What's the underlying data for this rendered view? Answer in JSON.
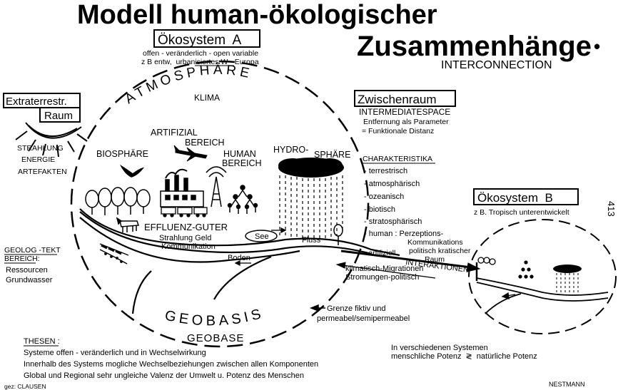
{
  "title_line1": "Modell human-ökologischer",
  "title_line2": "Zusammenhänge",
  "title_dot": "•",
  "interconnection": "INTERCONNECTION",
  "oekosystem_a": {
    "label": "Ökosystem  A",
    "line1": "offen - veränderlich - open variable",
    "line2": "z B entw,  urbanisiertes W - Europa"
  },
  "atmosphaere": "ATMOSPHÄRE",
  "klima": "KLIMA",
  "extraterrestr": {
    "line1": "Extraterrestr.",
    "line2": "Raum"
  },
  "sun_labels": [
    "STRAHLUNG",
    "ENERGIE",
    "ARTEFAKTEN"
  ],
  "artifizial": {
    "line1": "ARTIFIZIAL",
    "line2": "BEREICH"
  },
  "biosphaere": "BIOSPHÄRE",
  "human_bereich": {
    "line1": "HUMAN",
    "line2": "BEREICH"
  },
  "hydrosphaere": {
    "line1": "HYDRO-",
    "line2": "SPHÄRE"
  },
  "effluenz": {
    "line1": "EFFLUENZ-GUTER",
    "line2": "Strahlung Geld",
    "line3": "Kommunikation"
  },
  "see": "See",
  "fluss": "Fluss",
  "boden": "Boden",
  "zwischenraum": {
    "label": "Zwischenraum",
    "line1": "INTERMEDIATESPACE",
    "line2": "Entfernung als Parameter",
    "line3": "= Funktionale Distanz"
  },
  "charakteristika": {
    "heading": "CHARAKTERISTIKA",
    "items": [
      "- terrestrisch",
      "- atmosphärisch",
      "- ozeanisch",
      "- biotisch",
      "- stratosphärisch"
    ],
    "human_line1": "- human : Perzeptions-",
    "human_line2": "Kommunikations",
    "human_line3": "politisch kratischer",
    "human_line4": "Raum",
    "artifiziell": "- artifiziell"
  },
  "interaktionen": "INTERAKTIONEN",
  "migration": {
    "line1": "klimatisch-Migrationen",
    "line2": "Stromungen-politisch"
  },
  "oekosystem_b": {
    "label": "Ökosystem  B",
    "line1": "z B. Tropisch unterentwickelt"
  },
  "page_number": "413",
  "geolog": {
    "line1": "GEOLOG -TEKT",
    "line2": "BEREICH:",
    "line3": "Ressourcen",
    "line4": "Grundwasser"
  },
  "geobasis": "GEOBASIS",
  "geobase": "GEOBASE",
  "grenze": {
    "line1": "Grenze fiktiv und",
    "line2": "permeabel/semipermeabel"
  },
  "thesen": {
    "heading": "THESEN :",
    "lines": [
      "Systeme offen - veränderlich und in Wechselwirkung",
      "Innerhalb des Systems mogliche Wechselbeziehungen zwischen allen Komponenten",
      "Global und Regional sehr ungleiche Valenz der Umwelt u. Potenz des Menschen"
    ]
  },
  "systeme": {
    "line1": "In verschiedenen Systemen",
    "line2": "menschliche Potenz",
    "neq": "≷",
    "line2b": "natürliche Potenz"
  },
  "gez": "gez: CLAUSEN",
  "nestmann": "NESTMANN"
}
